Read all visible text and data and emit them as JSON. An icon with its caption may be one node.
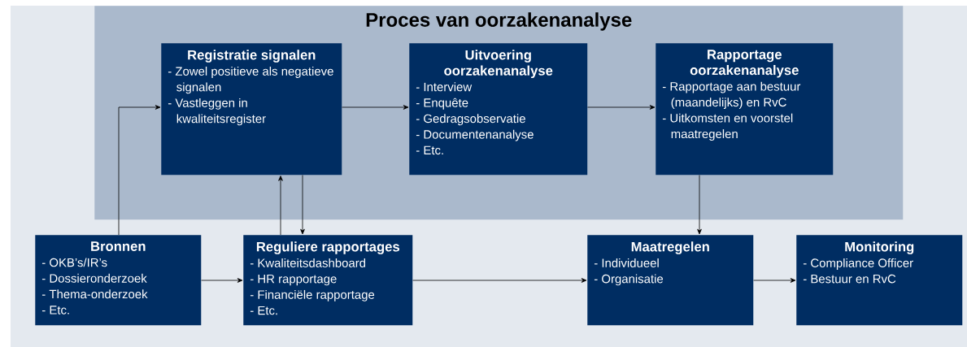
{
  "diagram": {
    "nodes": [
      {
        "text": [
          "Proces van oorzakenanalyse"
        ]
      },
      {
        "text": [
          "Registratie signalen",
          "- Zowel positieve als negatieve signalen",
          "- Vastleggen in kwaliteitsregister"
        ],
        "in": 0
      },
      {
        "text": [
          "Uitvoering oorzakenanalyse",
          "- Interview",
          "- Enquête",
          "- Gedragsobservatie",
          "- Documentenanalyse",
          "- Etc."
        ],
        "in": 0
      },
      {
        "text": [
          "Rapportage oorzakenanalyse",
          "- Rapportage aan bestuur (maandelijks) en RvC",
          "- Uitkomsten en voorstel maatregelen"
        ],
        "in": 0
      },
      {
        "text": [
          "Bronnen",
          "- OKB’s/IR’s",
          "- Dossieronderzoek",
          "- Thema-onderzoek",
          "- Etc."
        ]
      },
      {
        "text": [
          "Reguliere rapportages",
          "- Kwaliteitsdashboard",
          "- HR rapportage",
          "- Financiële rapportage",
          "- Etc."
        ]
      },
      {
        "text": [
          "Maatregelen",
          "- Individueel",
          "- Organisatie"
        ]
      },
      {
        "text": [
          "Monitoring",
          "- Compliance Officer",
          "- Bestuur en RvC"
        ]
      }
    ],
    "edges": [
      {
        "from": 4,
        "to": 1,
        "arrow": "to"
      },
      {
        "from": 1,
        "to": 2,
        "arrow": "to"
      },
      {
        "from": 2,
        "to": 3,
        "arrow": "to"
      },
      {
        "from": 3,
        "to": 6,
        "arrow": "to"
      },
      {
        "from": 5,
        "to": 1,
        "arrow": "to"
      },
      {
        "from": 1,
        "to": 5,
        "arrow": "to"
      },
      {
        "from": 4,
        "to": 5,
        "arrow": "to"
      },
      {
        "from": 5,
        "to": 6,
        "arrow": "to"
      },
      {
        "from": 6,
        "to": 7,
        "arrow": "to"
      }
    ]
  }
}
